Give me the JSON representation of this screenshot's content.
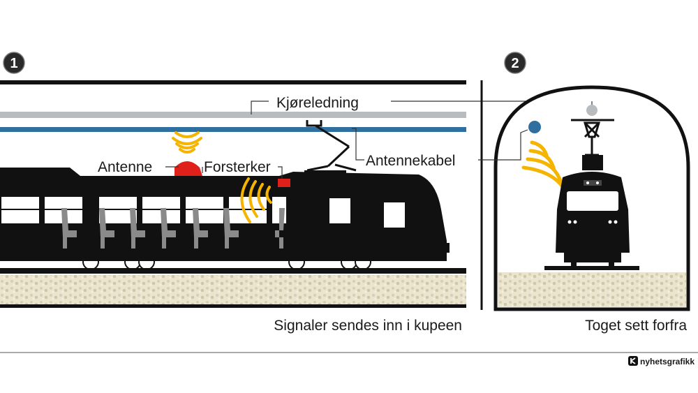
{
  "panel1": {
    "badge": "1",
    "caption": "Signaler sendes inn i kupeen",
    "labels": {
      "contact_wire": "Kjøreledning",
      "antenna_cable": "Antennekabel",
      "antenna": "Antenne",
      "amplifier": "Forsterker"
    }
  },
  "panel2": {
    "badge": "2",
    "caption": "Toget sett forfra"
  },
  "credit": "nyhetsgrafikk",
  "colors": {
    "contact_wire": "#b9bcbf",
    "antenna_cable": "#2f6f9f",
    "antenna": "#e0201b",
    "signal": "#f4b400",
    "train": "#111111",
    "seat": "#8a8a8a",
    "ballast": "#e6dfc6"
  }
}
